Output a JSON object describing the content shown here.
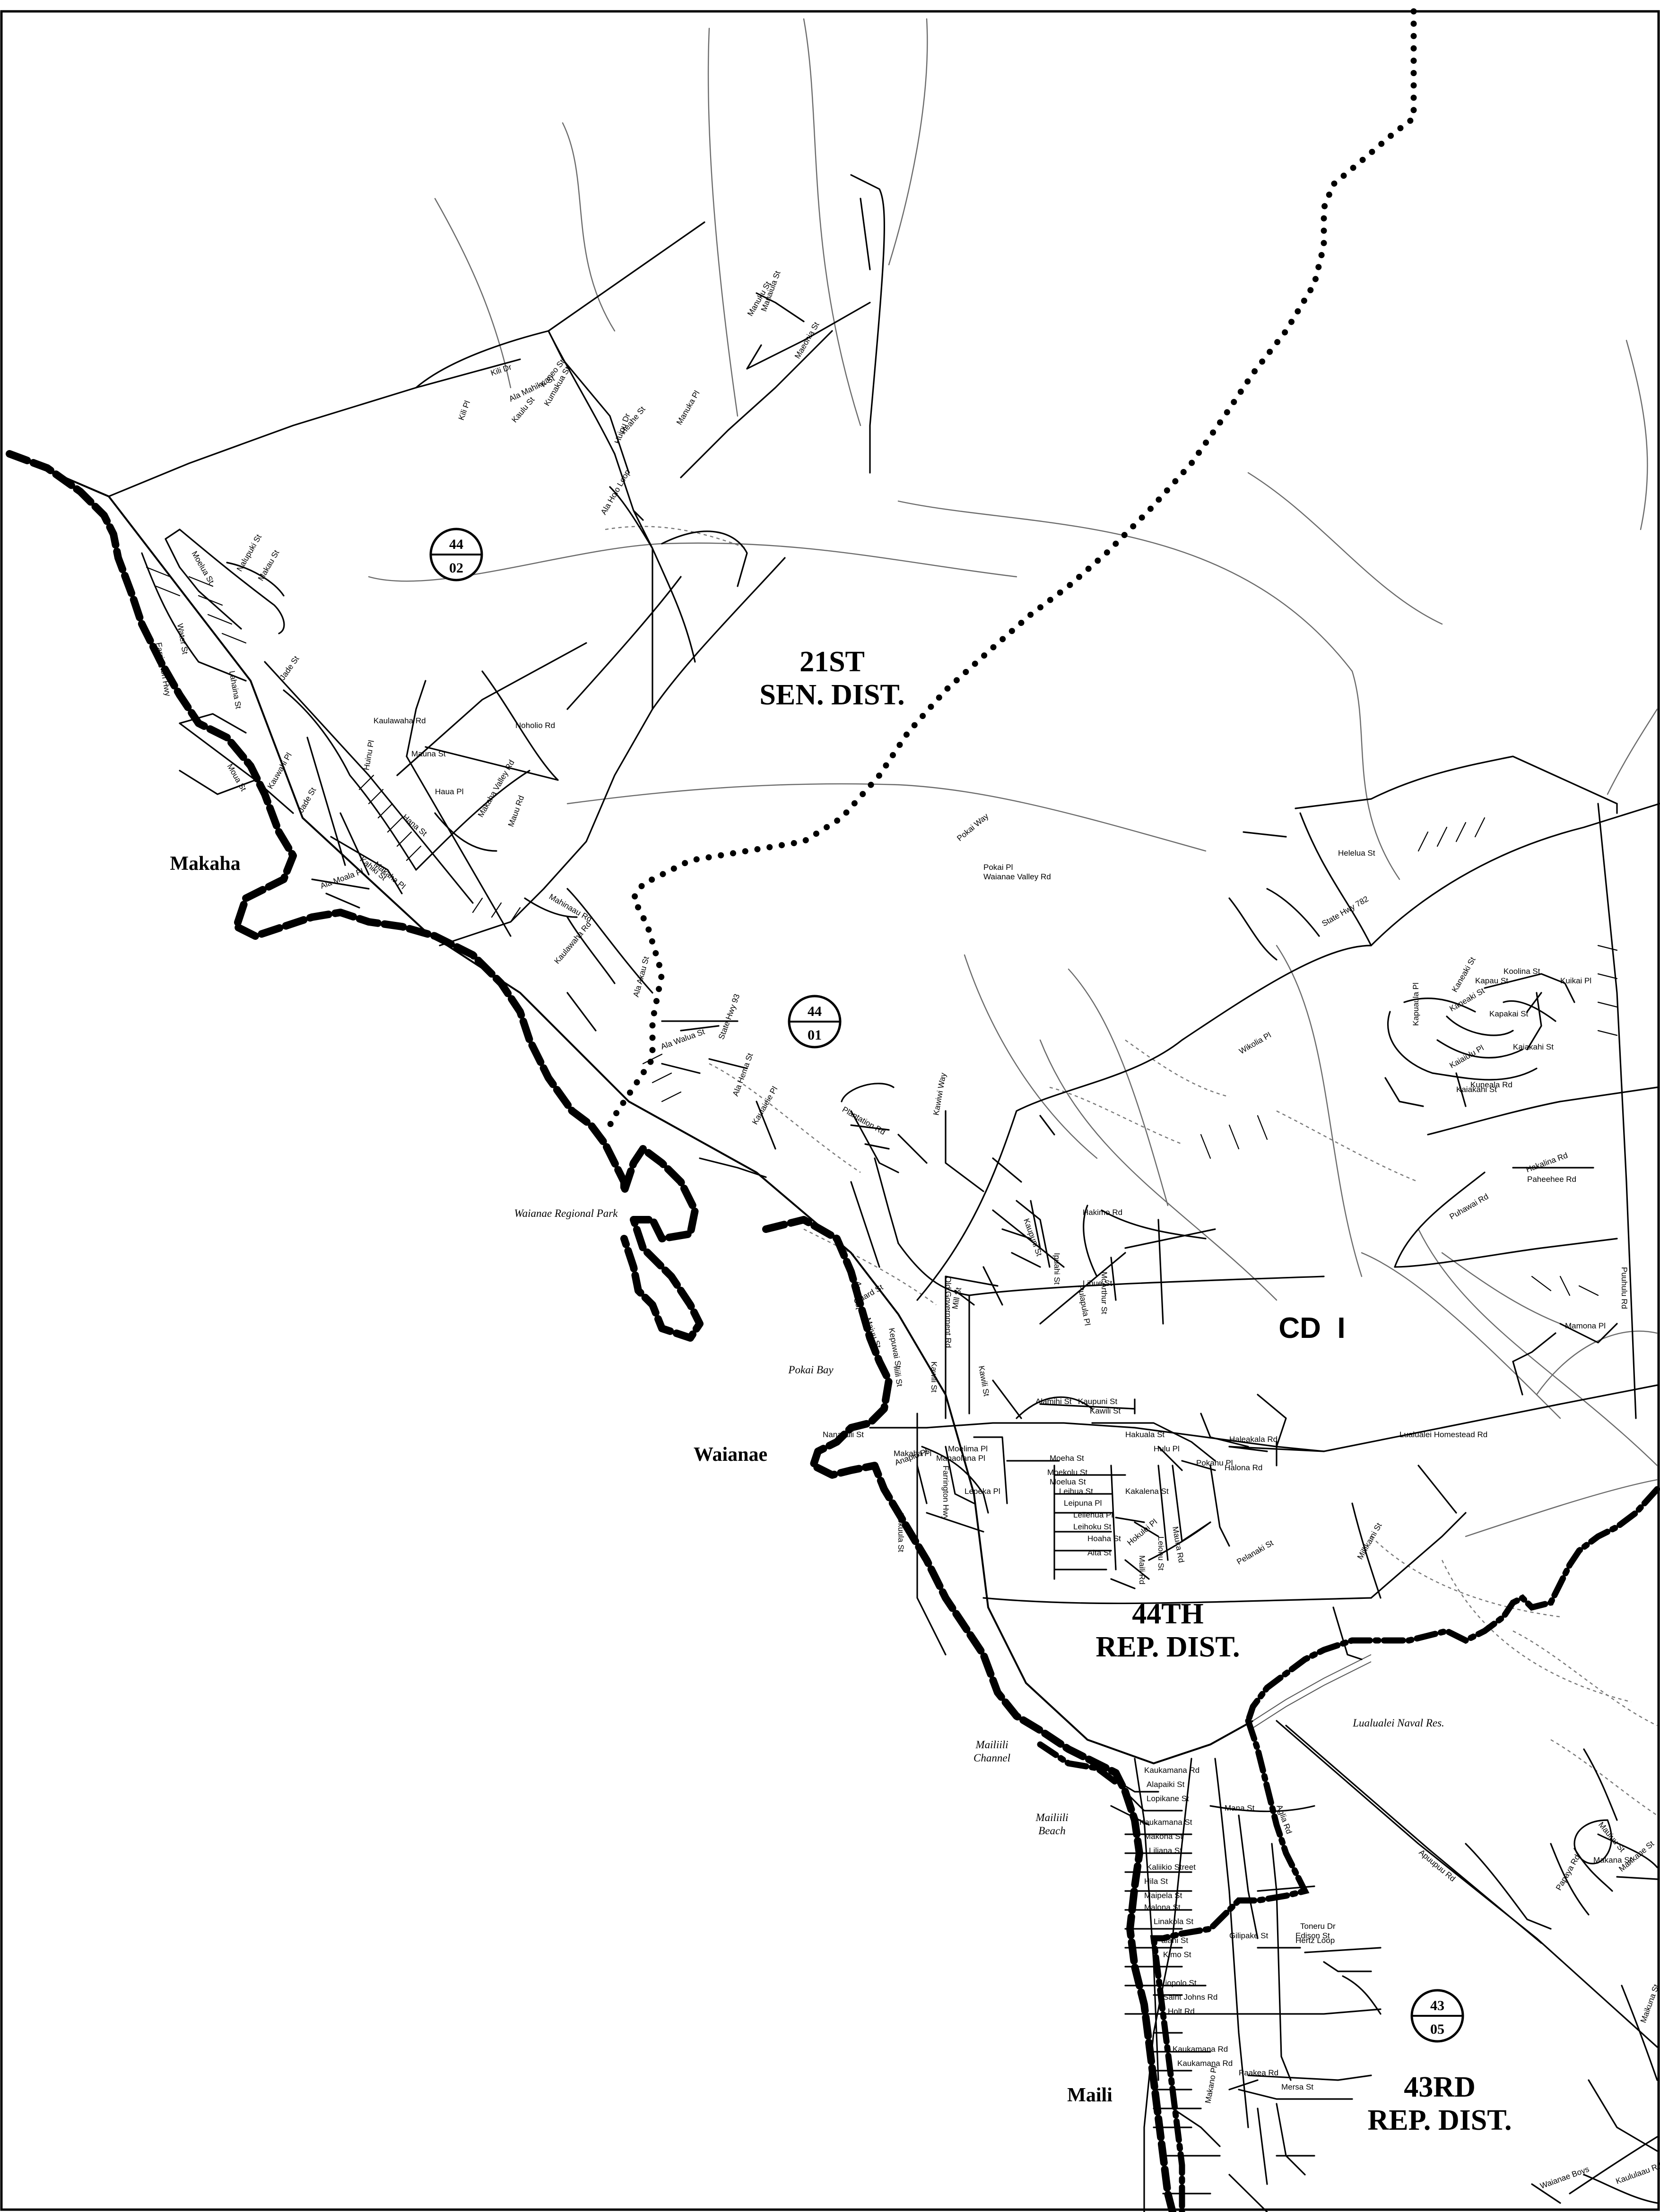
{
  "districts": {
    "senate": "21ST\nSEN. DIST.",
    "rep_44": "44TH\nREP. DIST.",
    "rep_43": "43RD\nREP. DIST.",
    "council": "CD  I"
  },
  "places": [
    "Makaha",
    "Waianae",
    "Maili"
  ],
  "water_features": [
    "Waianae Regional Park",
    "Pokai Bay",
    "Mailiili\nChannel",
    "Mailiili\nBeach",
    "Lualualei Naval Res."
  ],
  "precincts": [
    {
      "top": "44",
      "bottom": "02"
    },
    {
      "top": "44",
      "bottom": "01"
    },
    {
      "top": "43",
      "bottom": "05"
    }
  ],
  "streets": [
    "Kili Dr",
    "Ala Mahiku St",
    "Kaulu St",
    "Kaneo St",
    "Kumakua St",
    "Kili Pl",
    "Heahe St",
    "Huipu Dr",
    "Ala Holo Loop",
    "Manuku St",
    "Manaiula St",
    "Maeonia St",
    "Manuka Pl",
    "Moelua St",
    "Nalupuki St",
    "Makau St",
    "Water St",
    "Farrington Hwy",
    "Lahaina St",
    "Ala Moala Pl",
    "Jade St",
    "Kaulawaha Rd",
    "Mauna St",
    "Haua Pl",
    "Moua St",
    "Noholio Rd",
    "Huinu Pl",
    "Kauwahi Pl",
    "Jade St",
    "Hana St",
    "Kahiki St",
    "Makaha Valley Rd",
    "Makaha Pl",
    "Mauu Rd",
    "Mahinaau Rd",
    "Kaulawaha Rd",
    "Ala Akau St",
    "Ala Walua St",
    "State Hwy 93",
    "Ala Hema St",
    "Kaulaieie Pl",
    "Plantation Rd",
    "Kawiwi Way",
    "Pokai Way",
    "Pokai Pl",
    "Waianae Valley Rd",
    "State Hwy 782",
    "Helelua St",
    "Kaneaki St",
    "Kapau St",
    "Koolina St",
    "Kuikai Pl",
    "Kapuaula Pl",
    "Kaneaki St",
    "Kapakai St",
    "Kaiakahi St",
    "Kaiaiulu Pl",
    "Kaiakahi St",
    "Kuneala Rd",
    "Wikolia Pl",
    "Hakalina Rd",
    "Paheehee Rd",
    "Puhawai Rd",
    "Puuhulu Rd",
    "Mamona Pl",
    "Hakimo Rd",
    "Kaupuni St",
    "Ipuahi St",
    "Pulapula Pl",
    "McArthur St",
    "Lihue St",
    "Mill St",
    "Old Government Rd",
    "Army St",
    "Guard St",
    "Maiuu St",
    "Kepuwai St",
    "Iliili St",
    "Kawili St",
    "Kawili St",
    "Alamihi St",
    "Kaupuni St",
    "Kawili St",
    "Hakuala St",
    "Haleakala Rd",
    "Hulu Pl",
    "Pokahu Pl",
    "Halona Rd",
    "Lualualei Homestead Rd",
    "Nanakuli St",
    "Anapio Pl",
    "Makaha Pl",
    "Moelima Pl",
    "Moeha St",
    "Moekolu St",
    "Moelua St",
    "Leihua St",
    "Leipuna Pl",
    "Leilehua Pl",
    "Leihoku St",
    "Hoaha St",
    "Alta St",
    "Farrington Hwy",
    "Manaolana Pl",
    "Lepeka Pl",
    "Hokuula St",
    "Hokulei Pl",
    "Leiohu St",
    "Mauka Rd",
    "Maili Rd",
    "Millikami St",
    "Kakalena St",
    "Pelanaki St",
    "Kaukamana Rd",
    "Alapaiki St",
    "Lopikane St",
    "Mana St",
    "Kaukamana St",
    "Makona St",
    "Liliana St",
    "Kaliikio Street",
    "Hila St",
    "Maipela St",
    "Malona St",
    "Linakola St",
    "Palani St",
    "Kimo St",
    "Gilipake St",
    "Liopolo St",
    "Saint Johns Rd",
    "Holt Rd",
    "Kaukamana Rd",
    "Kaukamana Rd",
    "Paakea Rd",
    "Mersa St",
    "Toneru Dr",
    "Edison St",
    "Hertz Loop",
    "Aglia Rd",
    "Apuupuu Rd",
    "Papaya Rd",
    "Mauiuu St",
    "Mankane St",
    "Makana St",
    "Maikuna St",
    "Makano Pl",
    "Waianae Boys",
    "Kaululaau Rd"
  ],
  "colors": {
    "ink": "#000000",
    "background": "#ffffff",
    "contour": "#6a6a6a"
  }
}
